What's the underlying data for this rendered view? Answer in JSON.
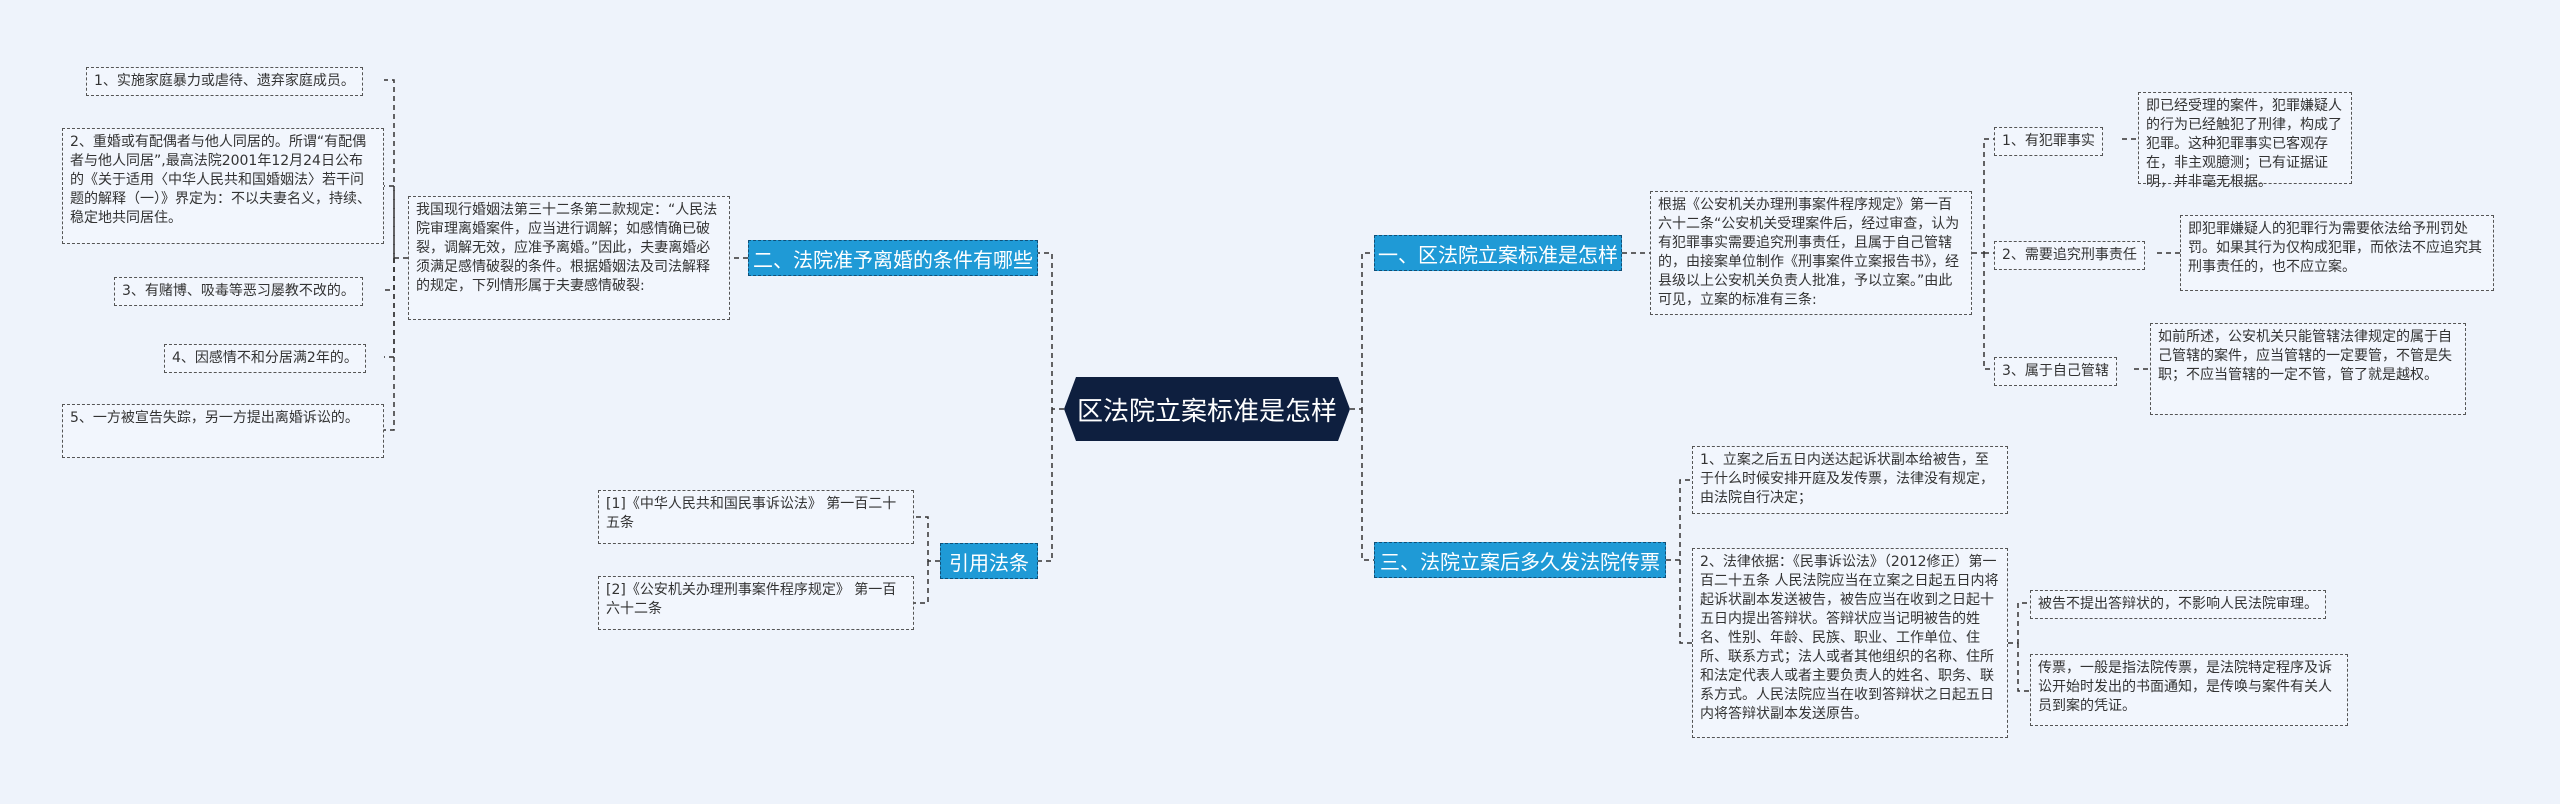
{
  "root": "区法院立案标准是怎样",
  "branches": {
    "b1": {
      "label": "一、区法院立案标准是怎样",
      "desc": "根据《公安机关办理刑事案件程序规定》第一百六十二条“公安机关受理案件后，经过审查，认为有犯罪事实需要追究刑事责任，且属于自己管辖的，由接案单位制作《刑事案件立案报告书》，经县级以上公安机关负责人批准，予以立案。”由此可见，立案的标准有三条:",
      "items": [
        {
          "label": "1、有犯罪事实",
          "detail": "即已经受理的案件，犯罪嫌疑人的行为已经触犯了刑律，构成了犯罪。这种犯罪事实已客观存在，非主观臆测；已有证据证明，并非毫无根据。"
        },
        {
          "label": "2、需要追究刑事责任",
          "detail": "即犯罪嫌疑人的犯罪行为需要依法给予刑罚处罚。如果其行为仅构成犯罪，而依法不应追究其刑事责任的，也不应立案。"
        },
        {
          "label": "3、属于自己管辖",
          "detail": "如前所述，公安机关只能管辖法律规定的属于自己管辖的案件，应当管辖的一定要管，不管是失职；不应当管辖的一定不管，管了就是越权。"
        }
      ]
    },
    "b2": {
      "label": "二、法院准予离婚的条件有哪些",
      "desc": "我国现行婚姻法第三十二条第二款规定：“人民法院审理离婚案件，应当进行调解；如感情确已破裂，调解无效，应准予离婚。”因此，夫妻离婚必须满足感情破裂的条件。根据婚姻法及司法解释的规定，下列情形属于夫妻感情破裂:",
      "items": [
        "1、实施家庭暴力或虐待、遗弃家庭成员。",
        "2、重婚或有配偶者与他人同居的。所谓“有配偶者与他人同居”,最高法院2001年12月24日公布的《关于适用〈中华人民共和国婚姻法〉若干问题的解释（一）》界定为：不以夫妻名义，持续、稳定地共同居住。",
        "3、有赌博、吸毒等恶习屡教不改的。",
        "4、因感情不和分居满2年的。",
        "5、一方被宣告失踪，另一方提出离婚诉讼的。"
      ]
    },
    "b3": {
      "label": "三、法院立案后多久发法院传票",
      "items": [
        "1、立案之后五日内送达起诉状副本给被告，至于什么时候安排开庭及发传票，法律没有规定，由法院自行决定；",
        "2、法律依据：《民事诉讼法》（2012修正）第一百二十五条 人民法院应当在立案之日起五日内将起诉状副本发送被告，被告应当在收到之日起十五日内提出答辩状。答辩状应当记明被告的姓名、性别、年龄、民族、职业、工作单位、住所、联系方式；法人或者其他组织的名称、住所和法定代表人或者主要负责人的姓名、职务、联系方式。人民法院应当在收到答辩状之日起五日内将答辩状副本发送原告。"
      ],
      "sub": [
        "被告不提出答辩状的，不影响人民法院审理。",
        "传票，一般是指法院传票，是法院特定程序及诉讼开始时发出的书面通知，是传唤与案件有关人员到案的凭证。"
      ]
    },
    "b4": {
      "label": "引用法条",
      "items": [
        "[1]《中华人民共和国民事诉讼法》 第一百二十五条",
        "[2]《公安机关办理刑事案件程序规定》 第一百六十二条"
      ]
    }
  }
}
